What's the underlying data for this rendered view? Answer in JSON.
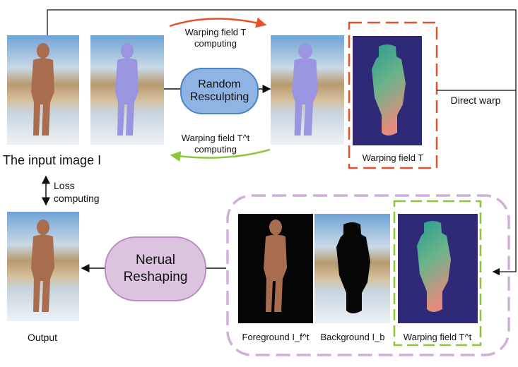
{
  "top": {
    "forward_label_line1": "Warping field T",
    "forward_label_line2": "computing",
    "backward_label_line1": "Warping field T^t",
    "backward_label_line2": "computing",
    "resculpt_line1": "Random",
    "resculpt_line2": "Resculpting",
    "warp_field_label": "Warping field T",
    "direct_warp": "Direct warp",
    "input_label": "The input image I"
  },
  "loss": {
    "line1": "Loss",
    "line2": "computing"
  },
  "bottom": {
    "output_label": "Output",
    "reshape_line1": "Nerual",
    "reshape_line2": "Reshaping",
    "foreground_label": "Foreground I_f^t",
    "background_label": "Background I_b",
    "warp_field_t_label": "Warping field T^t"
  },
  "colors": {
    "forward": "#e5532a",
    "backward": "#8cc63f",
    "resculpt_fill": "#8fb4e3",
    "reshape_fill": "#dcc3e0",
    "panel_border": "#d0b0d8",
    "field_bg": "#2e2a78"
  }
}
